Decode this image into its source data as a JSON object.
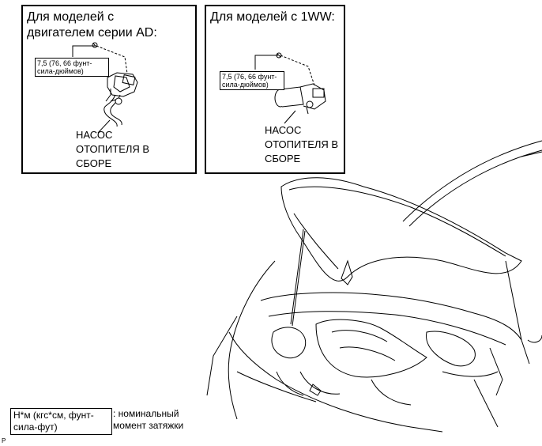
{
  "panel_left": {
    "title": "Для моделей с\nдвигателем серии AD:",
    "torque": "7,5 (76, 66 фунт-\nсила-дюймов)",
    "part": "НАСОС\nОТОПИТЕЛЯ В\nСБОРЕ"
  },
  "panel_right": {
    "title": "Для моделей с 1WW:",
    "torque": "7,5 (76, 66 фунт-\nсила-дюймов)",
    "part": "НАСОС\nОТОПИТЕЛЯ В\nСБОРЕ"
  },
  "legend": {
    "unit_box": "Н*м (кгс*см, фунт-\nсила-фут)",
    "description": ": номинальный\nмомент затяжки"
  },
  "corner_mark": "P"
}
